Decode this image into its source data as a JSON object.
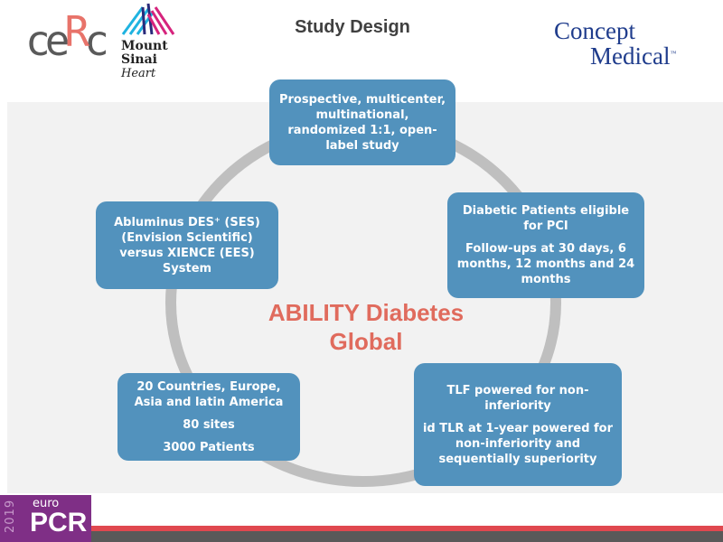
{
  "header": {
    "title": "Study Design"
  },
  "logos": {
    "cerc": "CERC",
    "mount_sinai": [
      "Mount",
      "Sinai",
      "Heart"
    ],
    "concept_medical": [
      "Concept",
      "Medical",
      "™"
    ],
    "europcr": {
      "year": "2019",
      "euro": "euro",
      "pcr": "PCR"
    }
  },
  "diagram": {
    "center": [
      "ABILITY Diabetes",
      "Global"
    ],
    "boxes": [
      {
        "lines": [
          "Prospective, multicenter, multinational, randomized 1:1, open-label study"
        ]
      },
      {
        "lines": [
          "Diabetic Patients eligible for PCI",
          "Follow-ups at 30 days, 6 months, 12 months and 24 months"
        ]
      },
      {
        "lines": [
          "TLF powered for non-inferiority",
          "id TLR at 1-year powered for non-inferiority and sequentially superiority"
        ]
      },
      {
        "lines": [
          "20 Countries, Europe, Asia and latin America",
          "80 sites",
          "3000 Patients"
        ]
      },
      {
        "lines": [
          "Abluminus DES⁺ (SES) (Envision Scientific) versus XIENCE (EES) System"
        ]
      }
    ]
  },
  "colors": {
    "box": "#5292bd",
    "center_text": "#e06b5d",
    "ring": "#bfbfbf",
    "footer_red": "#e0484f",
    "footer_purple": "#7f2f86"
  }
}
